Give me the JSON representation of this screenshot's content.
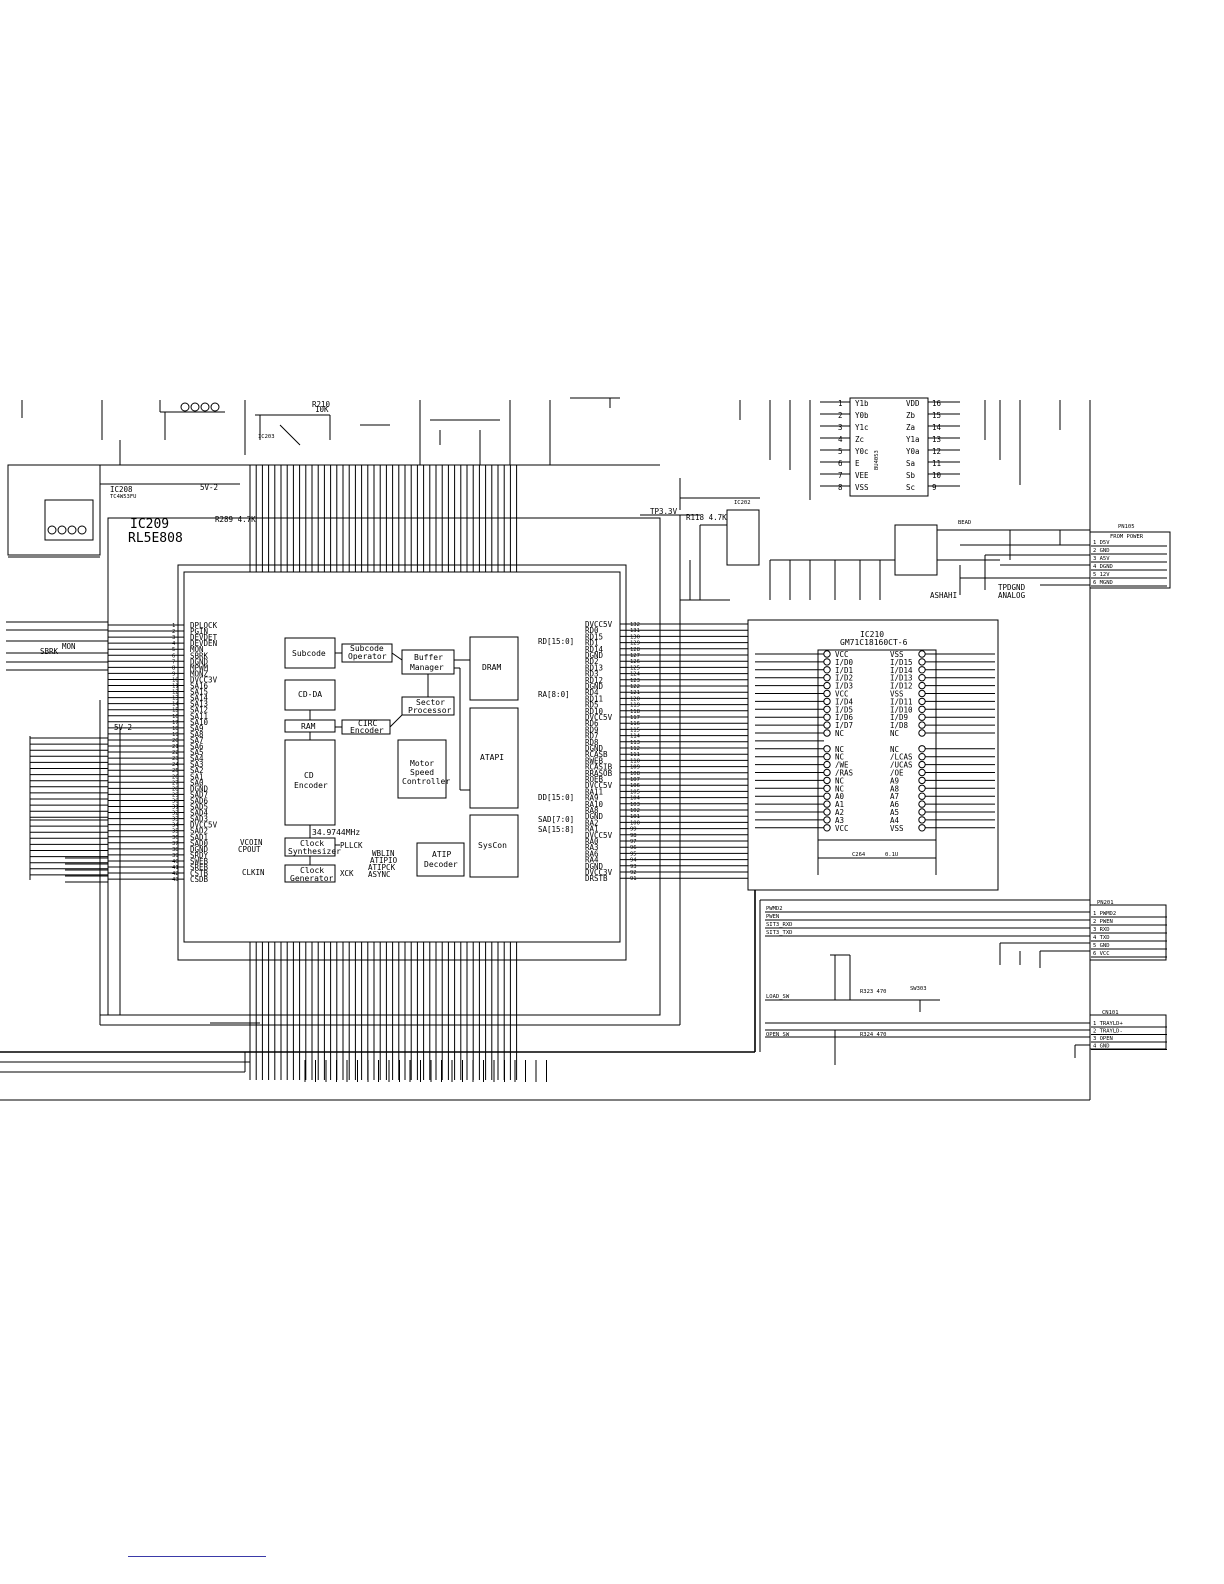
{
  "ic209": {
    "ref": "IC209",
    "part": "RL5E808",
    "left_pins": [
      "DPLOCK",
      "PGIN",
      "DEVDET",
      "DEVDEN",
      "MON",
      "SBRK",
      "DGND",
      "MPWM",
      "MONZ",
      "DVCC3V",
      "SA16",
      "SA15",
      "SA14",
      "SA13",
      "SA12",
      "SA11",
      "SA10",
      "SA9",
      "SA8",
      "SA7",
      "SA6",
      "SA5",
      "SA4",
      "SA3",
      "SA2",
      "SA1",
      "SA0",
      "DGND",
      "SAD7",
      "SAD6",
      "SAD5",
      "SAD4",
      "SAD3",
      "DVCC5V",
      "SAD2",
      "SAD1",
      "SAD0",
      "DGND",
      "SRDY",
      "SWEB",
      "SREB",
      "CSTB",
      "CSDB"
    ],
    "right_pins": [
      "DVCC5V",
      "RD0",
      "RD15",
      "RD1",
      "RD14",
      "DGND",
      "RD2",
      "RD13",
      "RD3",
      "RD12",
      "DGND",
      "RD4",
      "RD11",
      "RD5",
      "RD10",
      "DVCC5V",
      "RD6",
      "RD9",
      "RD7",
      "RD8",
      "DGND",
      "RCASB",
      "RWEB",
      "RCASIB",
      "RRASOB",
      "ROEB",
      "DVCC5V",
      "RA11",
      "RA9",
      "RA10",
      "RA8",
      "DGND",
      "RA2",
      "RA1",
      "DVCC5V",
      "RA0",
      "RA3",
      "RA6",
      "RA4",
      "DGND",
      "DVCC3V",
      "DRSTB"
    ],
    "blocks": {
      "subcode": "Subcode",
      "subcode_op_1": "Subcode",
      "subcode_op_2": "Operator",
      "buffer_1": "Buffer",
      "buffer_2": "Manager",
      "sector_1": "Sector",
      "sector_2": "Processor",
      "dram": "DRAM",
      "cdda": "CD-DA",
      "ram": "RAM",
      "circ_1": "CIRC",
      "circ_2": "Encoder",
      "cd_1": "CD",
      "cd_2": "Encoder",
      "motor_1": "Motor",
      "motor_2": "Speed",
      "motor_3": "Controller",
      "atapi": "ATAPI",
      "syscon": "SysCon",
      "clock_synth_1": "Clock",
      "clock_synth_2": "Synthesizer",
      "clock_gen_1": "Clock",
      "clock_gen_2": "Generator",
      "atip_1": "ATIP",
      "atip_2": "Decoder",
      "freq": "34.9744MHz"
    },
    "inner_labels": {
      "pllck": "PLLCK",
      "xck": "XCK",
      "vcoin": "VCOIN",
      "cpout": "CPOUT",
      "clkin": "CLKIN",
      "wblin": "WBLIN",
      "atipo": "ATIPIO",
      "atipck": "ATIPCK",
      "async": "ASYNC",
      "rd_bus": "RD[15:0]",
      "ra_bus": "RA[8:0]",
      "dd_bus": "DD[15:0]",
      "sad_bus": "SAD[7:0]",
      "sa_bus": "SA[15:8]"
    }
  },
  "ic210": {
    "ref": "IC210",
    "part": "GM71C18160CT-6",
    "left": [
      "VCC",
      "I/D0",
      "I/D1",
      "I/D2",
      "I/D3",
      "VCC",
      "I/D4",
      "I/D5",
      "I/D6",
      "I/D7",
      "NC",
      "",
      "NC",
      "NC",
      "/WE",
      "/RAS",
      "NC",
      "NC",
      "A0",
      "A1",
      "A2",
      "A3",
      "VCC"
    ],
    "right": [
      "VSS",
      "I/D15",
      "I/D14",
      "I/D13",
      "I/D12",
      "VSS",
      "I/D11",
      "I/D10",
      "I/D9",
      "I/D8",
      "NC",
      "",
      "NC",
      "/LCAS",
      "/UCAS",
      "/OE",
      "A9",
      "A8",
      "A7",
      "A6",
      "A5",
      "A4",
      "VSS"
    ]
  },
  "ic208": {
    "ref": "IC208",
    "part": "TC4W53FU"
  },
  "top_ic": {
    "left": [
      "Y1b",
      "Y0b",
      "Y1c",
      "Zc",
      "Y0c",
      "E",
      "VEE",
      "VSS"
    ],
    "left_num": [
      "1",
      "2",
      "3",
      "4",
      "5",
      "6",
      "7",
      "8"
    ],
    "right": [
      "VDD",
      "Zb",
      "Za",
      "Y1a",
      "Y0a",
      "Sa",
      "Sb",
      "Sc"
    ],
    "right_num": [
      "16",
      "15",
      "14",
      "13",
      "12",
      "11",
      "10",
      "9"
    ],
    "part": "BU4053"
  },
  "connectors": {
    "pn105": {
      "title": "PN105",
      "subtitle": "FROM POWER",
      "pins": [
        "1  D5V",
        "2  GND",
        "3  A5V",
        "4  DGND",
        "5  12V",
        "6  MGND"
      ]
    },
    "pn201": {
      "title": "PN201",
      "pins": [
        "1  PWMD2",
        "2  PWEN",
        "3  RXD",
        "4  TXD",
        "5  GND",
        "6  VCC"
      ]
    },
    "cn101": {
      "title": "CN101",
      "pins": [
        "1  TRAYLD+",
        "2  TRAYLD-",
        "3  OPEN",
        "4  GND"
      ]
    }
  },
  "labels": {
    "tp33": "TP3.3V",
    "tpgnd": "TPDGND",
    "analog": "ANALOG",
    "ashahi": "ASHAHI",
    "mon": "MON",
    "sbrk": "SBRK",
    "bead": "BEAD",
    "c264": "C264",
    "c264v": "0.1U",
    "r118": "R118 4.7K",
    "r289": "R289 4.7K",
    "sv2": "5V-2",
    "r210": "R210",
    "r210v": "10K",
    "ic203": "IC203",
    "ic202": "IC202",
    "load_sw": "LOAD_SW",
    "open_sw": "OPEN_SW",
    "sw303": "SW303",
    "r323": "R323 470",
    "r324": "R324 470",
    "pwmd2": "PWMD2",
    "pwen": "PWEN",
    "rxd": "SIT3_RXD",
    "txd": "SIT3_TXD"
  }
}
